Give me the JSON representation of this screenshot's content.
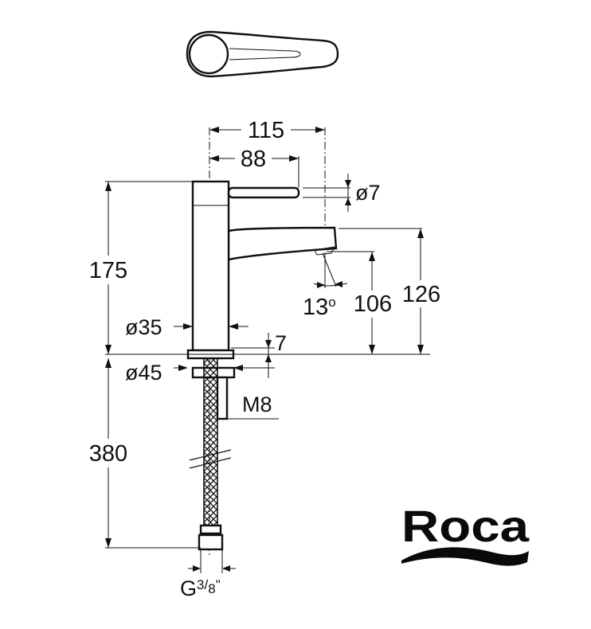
{
  "dimensions": {
    "spout_reach": "115",
    "lever_reach": "88",
    "lever_diameter": "ø7",
    "total_height": "175",
    "spout_height": "126",
    "outlet_height": "106",
    "spout_angle_value": "13",
    "spout_angle_unit": "o",
    "body_diameter": "ø35",
    "base_thickness": "7",
    "base_diameter": "ø45",
    "thread": "M8",
    "hose_length": "380",
    "connection_prefix": "G",
    "connection_numerator": "3",
    "connection_slash": "/",
    "connection_denominator": "8",
    "connection_unit": "\""
  },
  "brand": {
    "name": "Roca",
    "color": "#0a0a0a"
  },
  "colors": {
    "line": "#111111",
    "background": "#ffffff"
  }
}
